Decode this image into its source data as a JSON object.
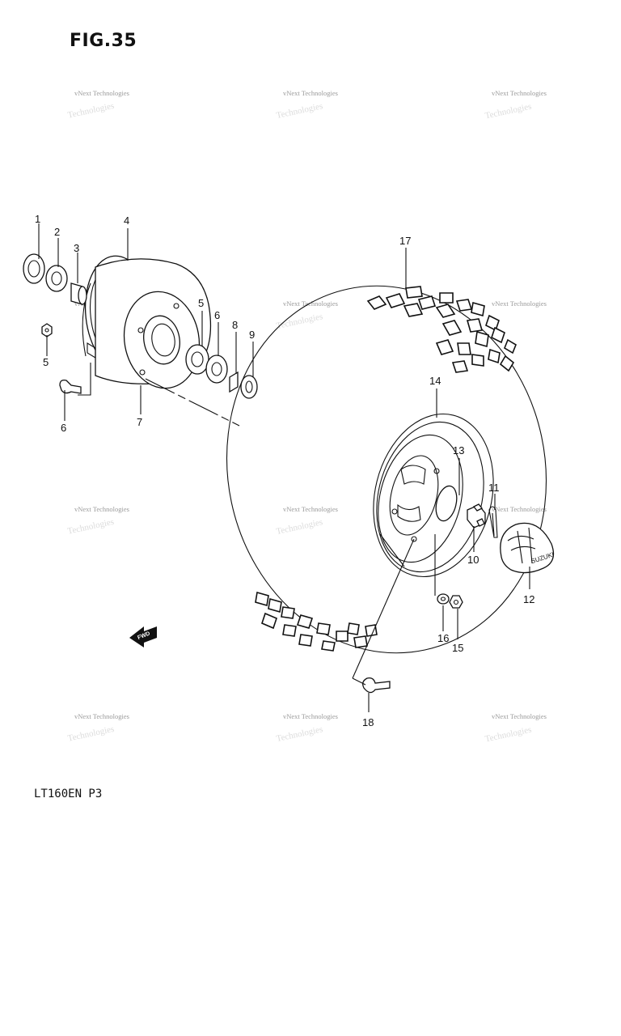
{
  "figure": {
    "title": "FIG.35",
    "model_code": "LT160EN P3"
  },
  "watermark": {
    "text": "vNext Technologies"
  },
  "fwd_label": "FWD",
  "tire_brand": "SUZUKI",
  "callouts": [
    "1",
    "2",
    "3",
    "4",
    "5",
    "6",
    "7",
    "5",
    "6",
    "8",
    "9",
    "10",
    "11",
    "12",
    "13",
    "14",
    "15",
    "16",
    "17",
    "18"
  ]
}
